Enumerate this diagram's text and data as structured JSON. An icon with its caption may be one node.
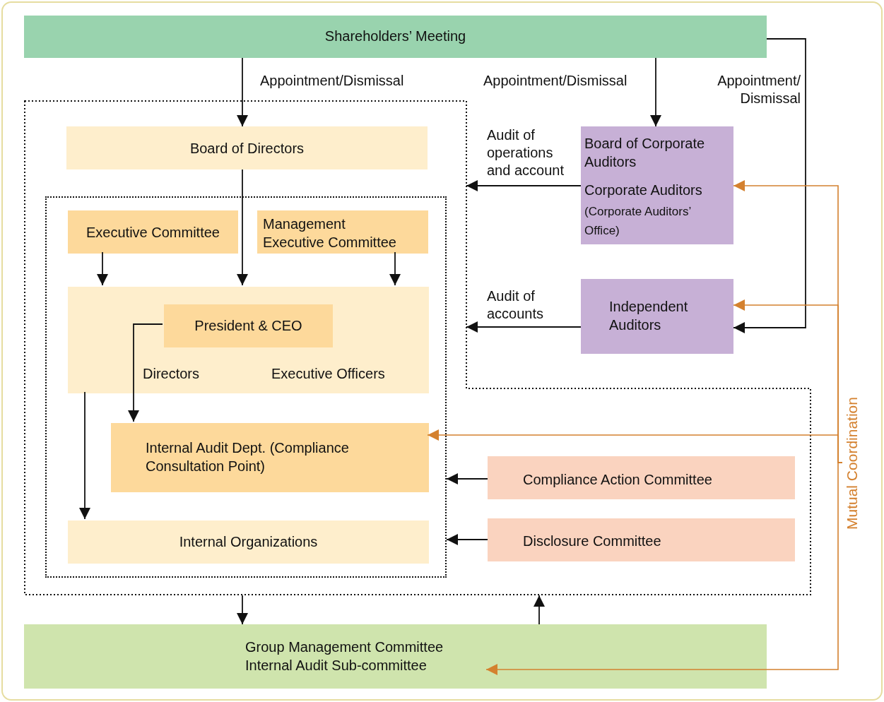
{
  "diagram": {
    "nodes": [
      {
        "text": [
          "Shareholders’ Meeting"
        ]
      },
      {
        "text": [],
        "shape": "box"
      },
      {
        "text": [
          "Board of Directors"
        ],
        "in": 1
      },
      {
        "text": [],
        "shape": "box",
        "in": 1
      },
      {
        "text": [
          "Executive Committee"
        ],
        "in": 3
      },
      {
        "text": [
          "Management Executive Committee"
        ],
        "in": 3
      },
      {
        "text": [
          "Directors",
          "Executive Officers"
        ],
        "in": 3
      },
      {
        "text": [
          "President & CEO"
        ],
        "in": 6
      },
      {
        "text": [
          "Internal Audit Dept. (Compliance Consultation Point)"
        ],
        "in": 3
      },
      {
        "text": [
          "Internal Organizations"
        ],
        "in": 3
      },
      {
        "text": [
          "Board of Corporate Auditors",
          "Corporate Auditors",
          "(Corporate Auditors’ Office)"
        ]
      },
      {
        "text": [
          "Independent Auditors"
        ]
      },
      {
        "text": [
          "Compliance Action Committee"
        ],
        "in": 1
      },
      {
        "text": [
          "Disclosure Committee"
        ],
        "in": 1
      },
      {
        "text": [
          "Group Management Committee Internal Audit Sub-committee"
        ]
      },
      {
        "text": [
          "Mutual Coordination"
        ]
      }
    ],
    "edges": [
      {
        "from": 0,
        "to": 2,
        "arrow": "to",
        "label": "Appointment/Dismissal"
      },
      {
        "from": 0,
        "to": 10,
        "arrow": "to",
        "label": "Appointment/Dismissal"
      },
      {
        "from": 0,
        "to": 11,
        "arrow": "to",
        "label": "Appointment/ Dismissal"
      },
      {
        "from": 10,
        "to": 1,
        "arrow": "to",
        "label": "Audit of operations and account"
      },
      {
        "from": 11,
        "to": 1,
        "arrow": "to",
        "label": "Audit of accounts"
      },
      {
        "from": 2,
        "to": 6,
        "arrow": "to"
      },
      {
        "from": 4,
        "to": 6,
        "arrow": "to"
      },
      {
        "from": 5,
        "to": 6,
        "arrow": "to"
      },
      {
        "from": 7,
        "to": 8,
        "arrow": "to"
      },
      {
        "from": 6,
        "to": 9,
        "arrow": "to"
      },
      {
        "from": 12,
        "to": 3,
        "arrow": "to"
      },
      {
        "from": 13,
        "to": 3,
        "arrow": "to"
      },
      {
        "from": 1,
        "to": 14,
        "arrow": "to"
      },
      {
        "from": 14,
        "to": 1,
        "arrow": "to"
      },
      {
        "from": 15,
        "to": 10,
        "arrow": "to",
        "color": "#d4812f"
      },
      {
        "from": 15,
        "to": 11,
        "arrow": "to",
        "color": "#d4812f"
      },
      {
        "from": 15,
        "to": 8,
        "arrow": "to",
        "color": "#d4812f"
      },
      {
        "from": 15,
        "to": 14,
        "arrow": "to",
        "color": "#d4812f"
      }
    ]
  }
}
